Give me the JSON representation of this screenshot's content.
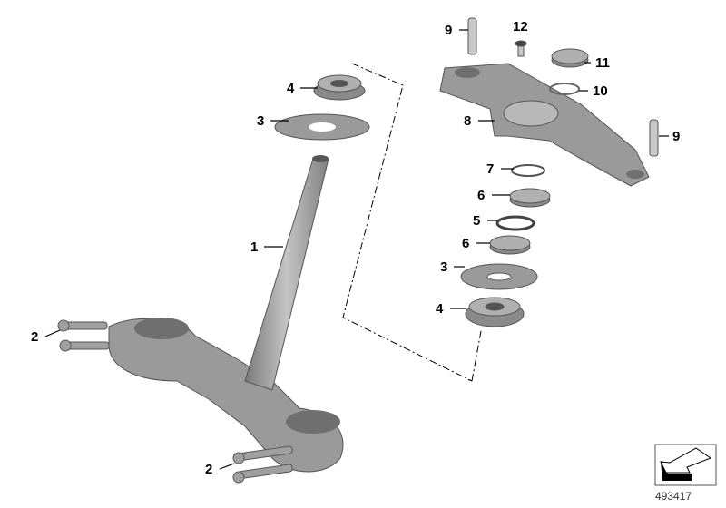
{
  "diagram": {
    "callouts": [
      {
        "id": "c4a",
        "text": "4"
      },
      {
        "id": "c3a",
        "text": "3"
      },
      {
        "id": "c1",
        "text": "1"
      },
      {
        "id": "c2a",
        "text": "2"
      },
      {
        "id": "c2b",
        "text": "2"
      },
      {
        "id": "c9a",
        "text": "9"
      },
      {
        "id": "c12",
        "text": "12"
      },
      {
        "id": "c11",
        "text": "11"
      },
      {
        "id": "c10",
        "text": "10"
      },
      {
        "id": "c8",
        "text": "8"
      },
      {
        "id": "c9b",
        "text": "9"
      },
      {
        "id": "c7",
        "text": "7"
      },
      {
        "id": "c6a",
        "text": "6"
      },
      {
        "id": "c5",
        "text": "5"
      },
      {
        "id": "c6b",
        "text": "6"
      },
      {
        "id": "c3b",
        "text": "3"
      },
      {
        "id": "c4b",
        "text": "4"
      }
    ],
    "reference_number": "493417",
    "colors": {
      "part": "#9a9a9a",
      "part_dark": "#6f6f6f",
      "part_light": "#c8c8c8",
      "line": "#000000"
    }
  }
}
